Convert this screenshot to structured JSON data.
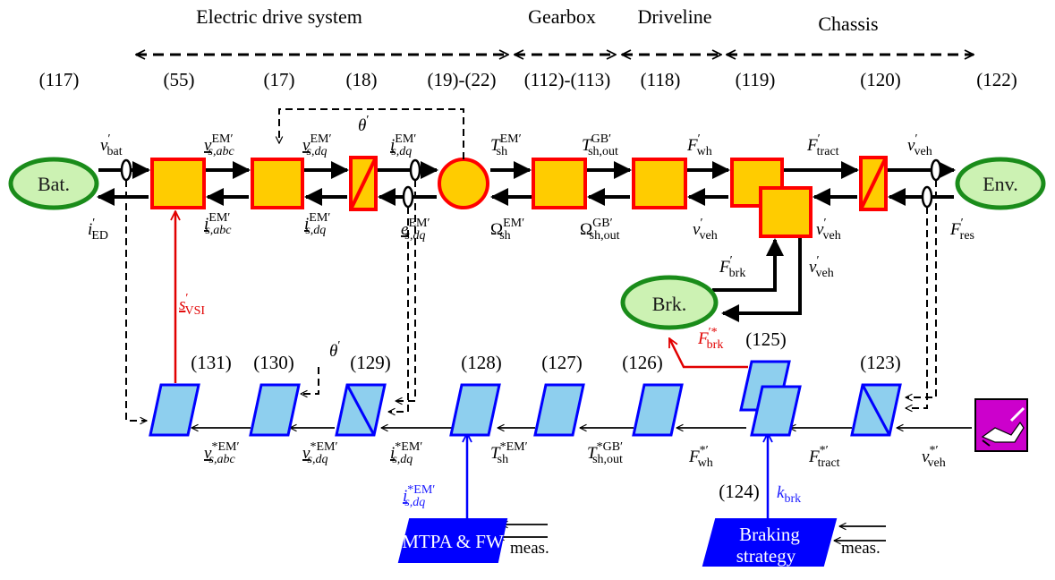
{
  "sections": [
    {
      "label": "Electric drive system"
    },
    {
      "label": "Gearbox"
    },
    {
      "label": "Driveline"
    },
    {
      "label": "Chassis"
    }
  ],
  "equations_top": [
    "(117)",
    "(55)",
    "(17)",
    "(18)",
    "(19)-(22)",
    "(112)-(113)",
    "(118)",
    "(119)",
    "(120)",
    "(122)"
  ],
  "equations_bottom": [
    "(131)",
    "(130)",
    "(129)",
    "(128)",
    "(127)",
    "(126)",
    "(125)",
    "(124)",
    "(123)"
  ],
  "sources": {
    "battery": "Bat.",
    "environment": "Env.",
    "brake": "Brk."
  },
  "upper_vars": [
    {
      "base": "v",
      "sub": "bat",
      "sup": "′"
    },
    {
      "base": "v",
      "sub": "s,abc",
      "sup": "EM′",
      "underline": true
    },
    {
      "base": "v",
      "sub": "s,dq",
      "sup": "EM′",
      "underline": true
    },
    {
      "base": "θ",
      "sub": "",
      "sup": "′"
    },
    {
      "base": "i",
      "sub": "s,dq",
      "sup": "EM′",
      "underline": true
    },
    {
      "base": "T",
      "sub": "sh",
      "sup": "EM′"
    },
    {
      "base": "T",
      "sub": "sh,out",
      "sup": "GB′"
    },
    {
      "base": "F",
      "sub": "wh",
      "sup": "′"
    },
    {
      "base": "F",
      "sub": "tract",
      "sup": "′"
    },
    {
      "base": "v",
      "sub": "veh",
      "sup": "′"
    }
  ],
  "lower_vars": [
    {
      "base": "i",
      "sub": "ED",
      "sup": "′"
    },
    {
      "base": "i",
      "sub": "s,abc",
      "sup": "EM′",
      "underline": true
    },
    {
      "base": "i",
      "sub": "s,dq",
      "sup": "EM′",
      "underline": true
    },
    {
      "base": "e",
      "sub": "s,dq",
      "sup": "EM′",
      "underline": true
    },
    {
      "base": "Ω",
      "sub": "sh",
      "sup": "EM′"
    },
    {
      "base": "Ω",
      "sub": "sh,out",
      "sup": "GB′"
    },
    {
      "base": "v",
      "sub": "veh",
      "sup": "′"
    },
    {
      "base": "v",
      "sub": "veh",
      "sup": "′"
    },
    {
      "base": "F",
      "sub": "res",
      "sup": "′"
    },
    {
      "base": "F",
      "sub": "brk",
      "sup": "′"
    },
    {
      "base": "v",
      "sub": "veh",
      "sup": "′"
    }
  ],
  "control_vars": [
    {
      "base": "s",
      "sub": "VSI",
      "sup": "′",
      "underline": true,
      "color": "red"
    },
    {
      "base": "θ",
      "sub": "",
      "sup": "′"
    },
    {
      "base": "F",
      "sub": "brk",
      "sup": "′*",
      "color": "red"
    },
    {
      "base": "v",
      "sub": "s,abc",
      "sup": "*EM′",
      "underline": true
    },
    {
      "base": "v",
      "sub": "s,dq",
      "sup": "*EM′",
      "underline": true
    },
    {
      "base": "i",
      "sub": "s,dq",
      "sup": "*EM′",
      "underline": true
    },
    {
      "base": "T",
      "sub": "sh",
      "sup": "*EM′"
    },
    {
      "base": "T",
      "sub": "sh,out",
      "sup": "*GB′"
    },
    {
      "base": "F",
      "sub": "wh",
      "sup": "*′"
    },
    {
      "base": "F",
      "sub": "tract",
      "sup": "*′"
    },
    {
      "base": "v",
      "sub": "veh",
      "sup": "*′"
    },
    {
      "base": "i",
      "sub": "s,dq",
      "sup": "*EM′",
      "underline": true,
      "color": "blue"
    },
    {
      "base": "k",
      "sub": "brk",
      "sup": "",
      "color": "blue"
    }
  ],
  "strategies": {
    "mtpa": "MTPA & FW",
    "braking_line1": "Braking",
    "braking_line2": "strategy",
    "meas1": "meas.",
    "meas2": "meas."
  },
  "colors": {
    "block_fill": "#ffcc00",
    "block_border": "#ff0000",
    "source_fill": "#ccf2b3",
    "source_border": "#1a8c1a",
    "control_fill": "#8ecfee",
    "control_border": "#0000ff",
    "strategy_fill": "#0000ff",
    "driver_fill": "#cc00cc",
    "signal_red": "#e10000",
    "signal_blue": "#0000ff"
  },
  "icons": {
    "driver": "driver-pedal-icon"
  }
}
